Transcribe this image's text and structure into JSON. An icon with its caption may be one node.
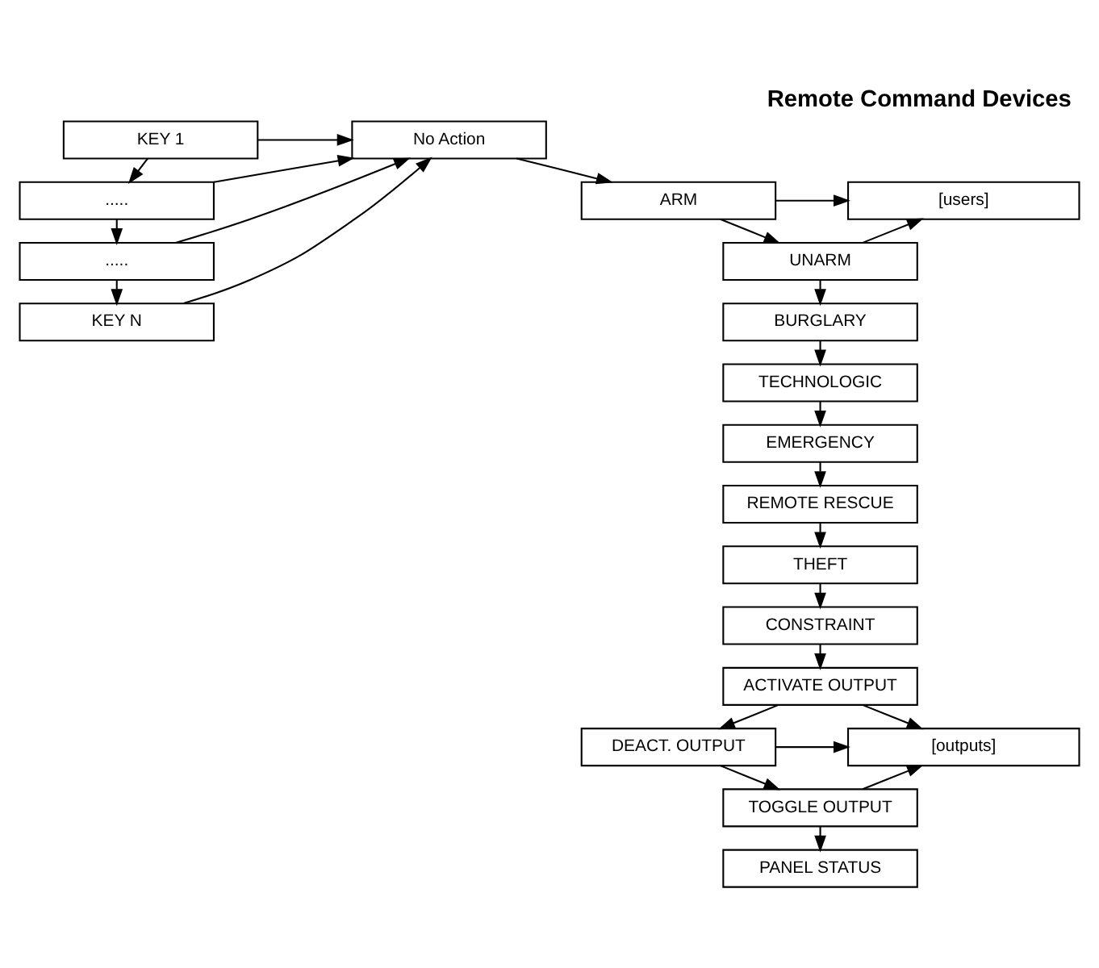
{
  "diagram": {
    "title": "Remote Command Devices",
    "nodes": [
      {
        "text": [
          "KEY 1"
        ]
      },
      {
        "text": [
          "....."
        ]
      },
      {
        "text": [
          "....."
        ]
      },
      {
        "text": [
          "KEY N"
        ]
      },
      {
        "text": [
          "No Action"
        ]
      },
      {
        "text": [
          "ARM"
        ]
      },
      {
        "text": [
          "UNARM"
        ]
      },
      {
        "text": [
          "BURGLARY"
        ]
      },
      {
        "text": [
          "TECHNOLOGIC"
        ]
      },
      {
        "text": [
          "EMERGENCY"
        ]
      },
      {
        "text": [
          "REMOTE RESCUE"
        ]
      },
      {
        "text": [
          "THEFT"
        ]
      },
      {
        "text": [
          "CONSTRAINT"
        ]
      },
      {
        "text": [
          "ACTIVATE OUTPUT"
        ]
      },
      {
        "text": [
          "DEACT. OUTPUT"
        ]
      },
      {
        "text": [
          "TOGGLE OUTPUT"
        ]
      },
      {
        "text": [
          "PANEL STATUS"
        ]
      },
      {
        "text": [
          "[users]"
        ]
      },
      {
        "text": [
          "[outputs]"
        ]
      }
    ],
    "edges": [
      {
        "from": 0,
        "to": 1,
        "arrow": "to"
      },
      {
        "from": 1,
        "to": 2,
        "arrow": "to"
      },
      {
        "from": 2,
        "to": 3,
        "arrow": "to"
      },
      {
        "from": 0,
        "to": 4,
        "arrow": "to"
      },
      {
        "from": 1,
        "to": 4,
        "arrow": "to"
      },
      {
        "from": 2,
        "to": 4,
        "arrow": "to"
      },
      {
        "from": 3,
        "to": 4,
        "arrow": "to"
      },
      {
        "from": 4,
        "to": 5,
        "arrow": "to"
      },
      {
        "from": 5,
        "to": 6,
        "arrow": "to"
      },
      {
        "from": 6,
        "to": 7,
        "arrow": "to"
      },
      {
        "from": 7,
        "to": 8,
        "arrow": "to"
      },
      {
        "from": 8,
        "to": 9,
        "arrow": "to"
      },
      {
        "from": 9,
        "to": 10,
        "arrow": "to"
      },
      {
        "from": 10,
        "to": 11,
        "arrow": "to"
      },
      {
        "from": 11,
        "to": 12,
        "arrow": "to"
      },
      {
        "from": 12,
        "to": 13,
        "arrow": "to"
      },
      {
        "from": 13,
        "to": 14,
        "arrow": "to"
      },
      {
        "from": 14,
        "to": 15,
        "arrow": "to"
      },
      {
        "from": 15,
        "to": 16,
        "arrow": "to"
      },
      {
        "from": 5,
        "to": 17,
        "arrow": "to"
      },
      {
        "from": 6,
        "to": 17,
        "arrow": "to"
      },
      {
        "from": 13,
        "to": 18,
        "arrow": "to"
      },
      {
        "from": 14,
        "to": 18,
        "arrow": "to"
      },
      {
        "from": 15,
        "to": 18,
        "arrow": "to"
      }
    ]
  }
}
